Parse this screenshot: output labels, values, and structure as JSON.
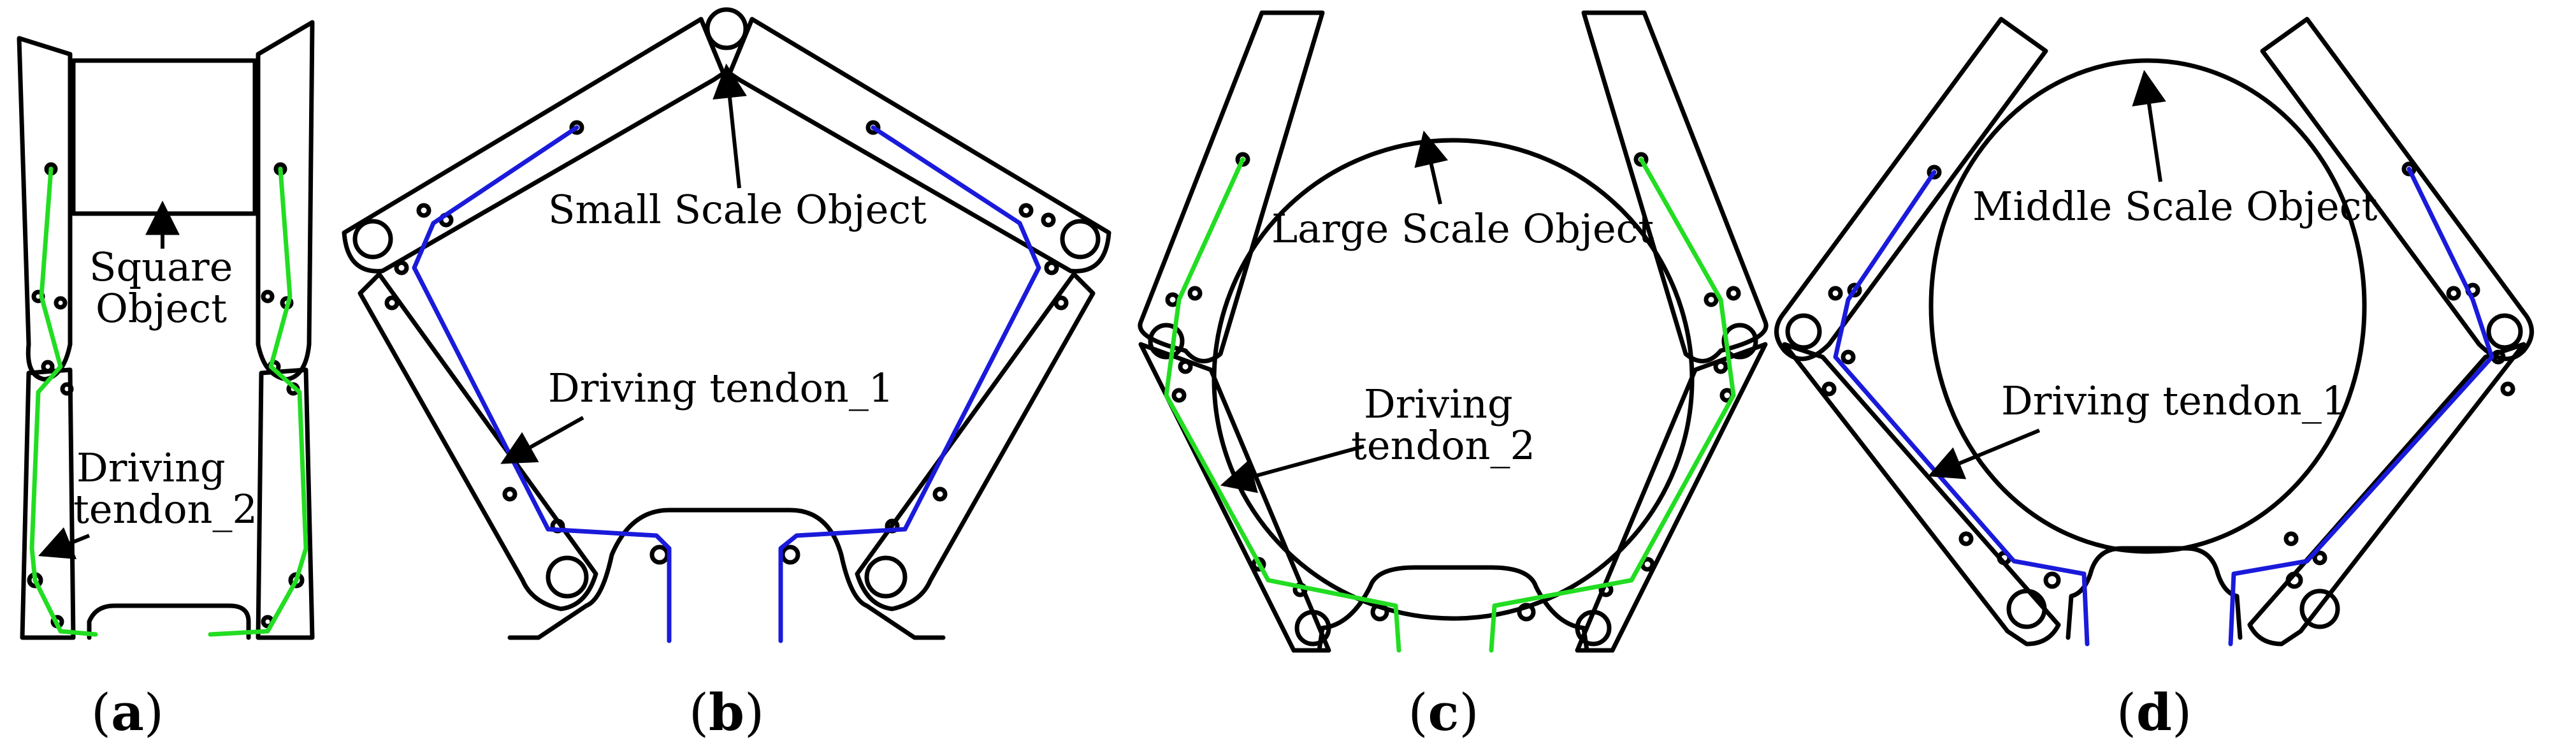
{
  "colors": {
    "outline": "#000000",
    "driving_tendon_1": "#1a1adb",
    "driving_tendon_2": "#22dd22",
    "background": "#ffffff"
  },
  "panels": {
    "a": {
      "caption_open": "(",
      "caption_letter": "a",
      "caption_close": ")",
      "object_label_line1": "Square",
      "object_label_line2": "Object",
      "tendon_label_line1": "Driving",
      "tendon_label_line2": "tendon_2"
    },
    "b": {
      "caption_open": "(",
      "caption_letter": "b",
      "caption_close": ")",
      "object_label": "Small Scale Object",
      "tendon_label": "Driving tendon_1"
    },
    "c": {
      "caption_open": "(",
      "caption_letter": "c",
      "caption_close": ")",
      "object_label": "Large Scale Object",
      "tendon_label_line1": "Driving",
      "tendon_label_line2": "tendon_2"
    },
    "d": {
      "caption_open": "(",
      "caption_letter": "d",
      "caption_close": ")",
      "object_label": "Middle Scale Object",
      "tendon_label": "Driving tendon_1"
    }
  }
}
